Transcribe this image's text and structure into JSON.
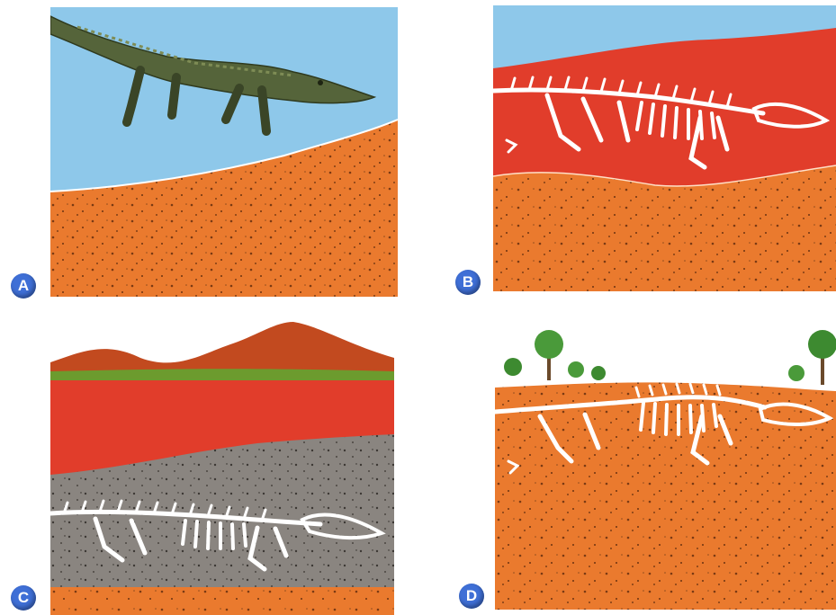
{
  "panels": [
    {
      "label": "A"
    },
    {
      "label": "B"
    },
    {
      "label": "C"
    },
    {
      "label": "D"
    }
  ],
  "colors": {
    "badge": "#3f6fd6",
    "sky": "#8ec8ea",
    "sediment": "#ea7a2e",
    "lava": "#e13d2b",
    "ash": "#8a8580",
    "bone": "#ffffff",
    "crocodile": "#55643a"
  }
}
